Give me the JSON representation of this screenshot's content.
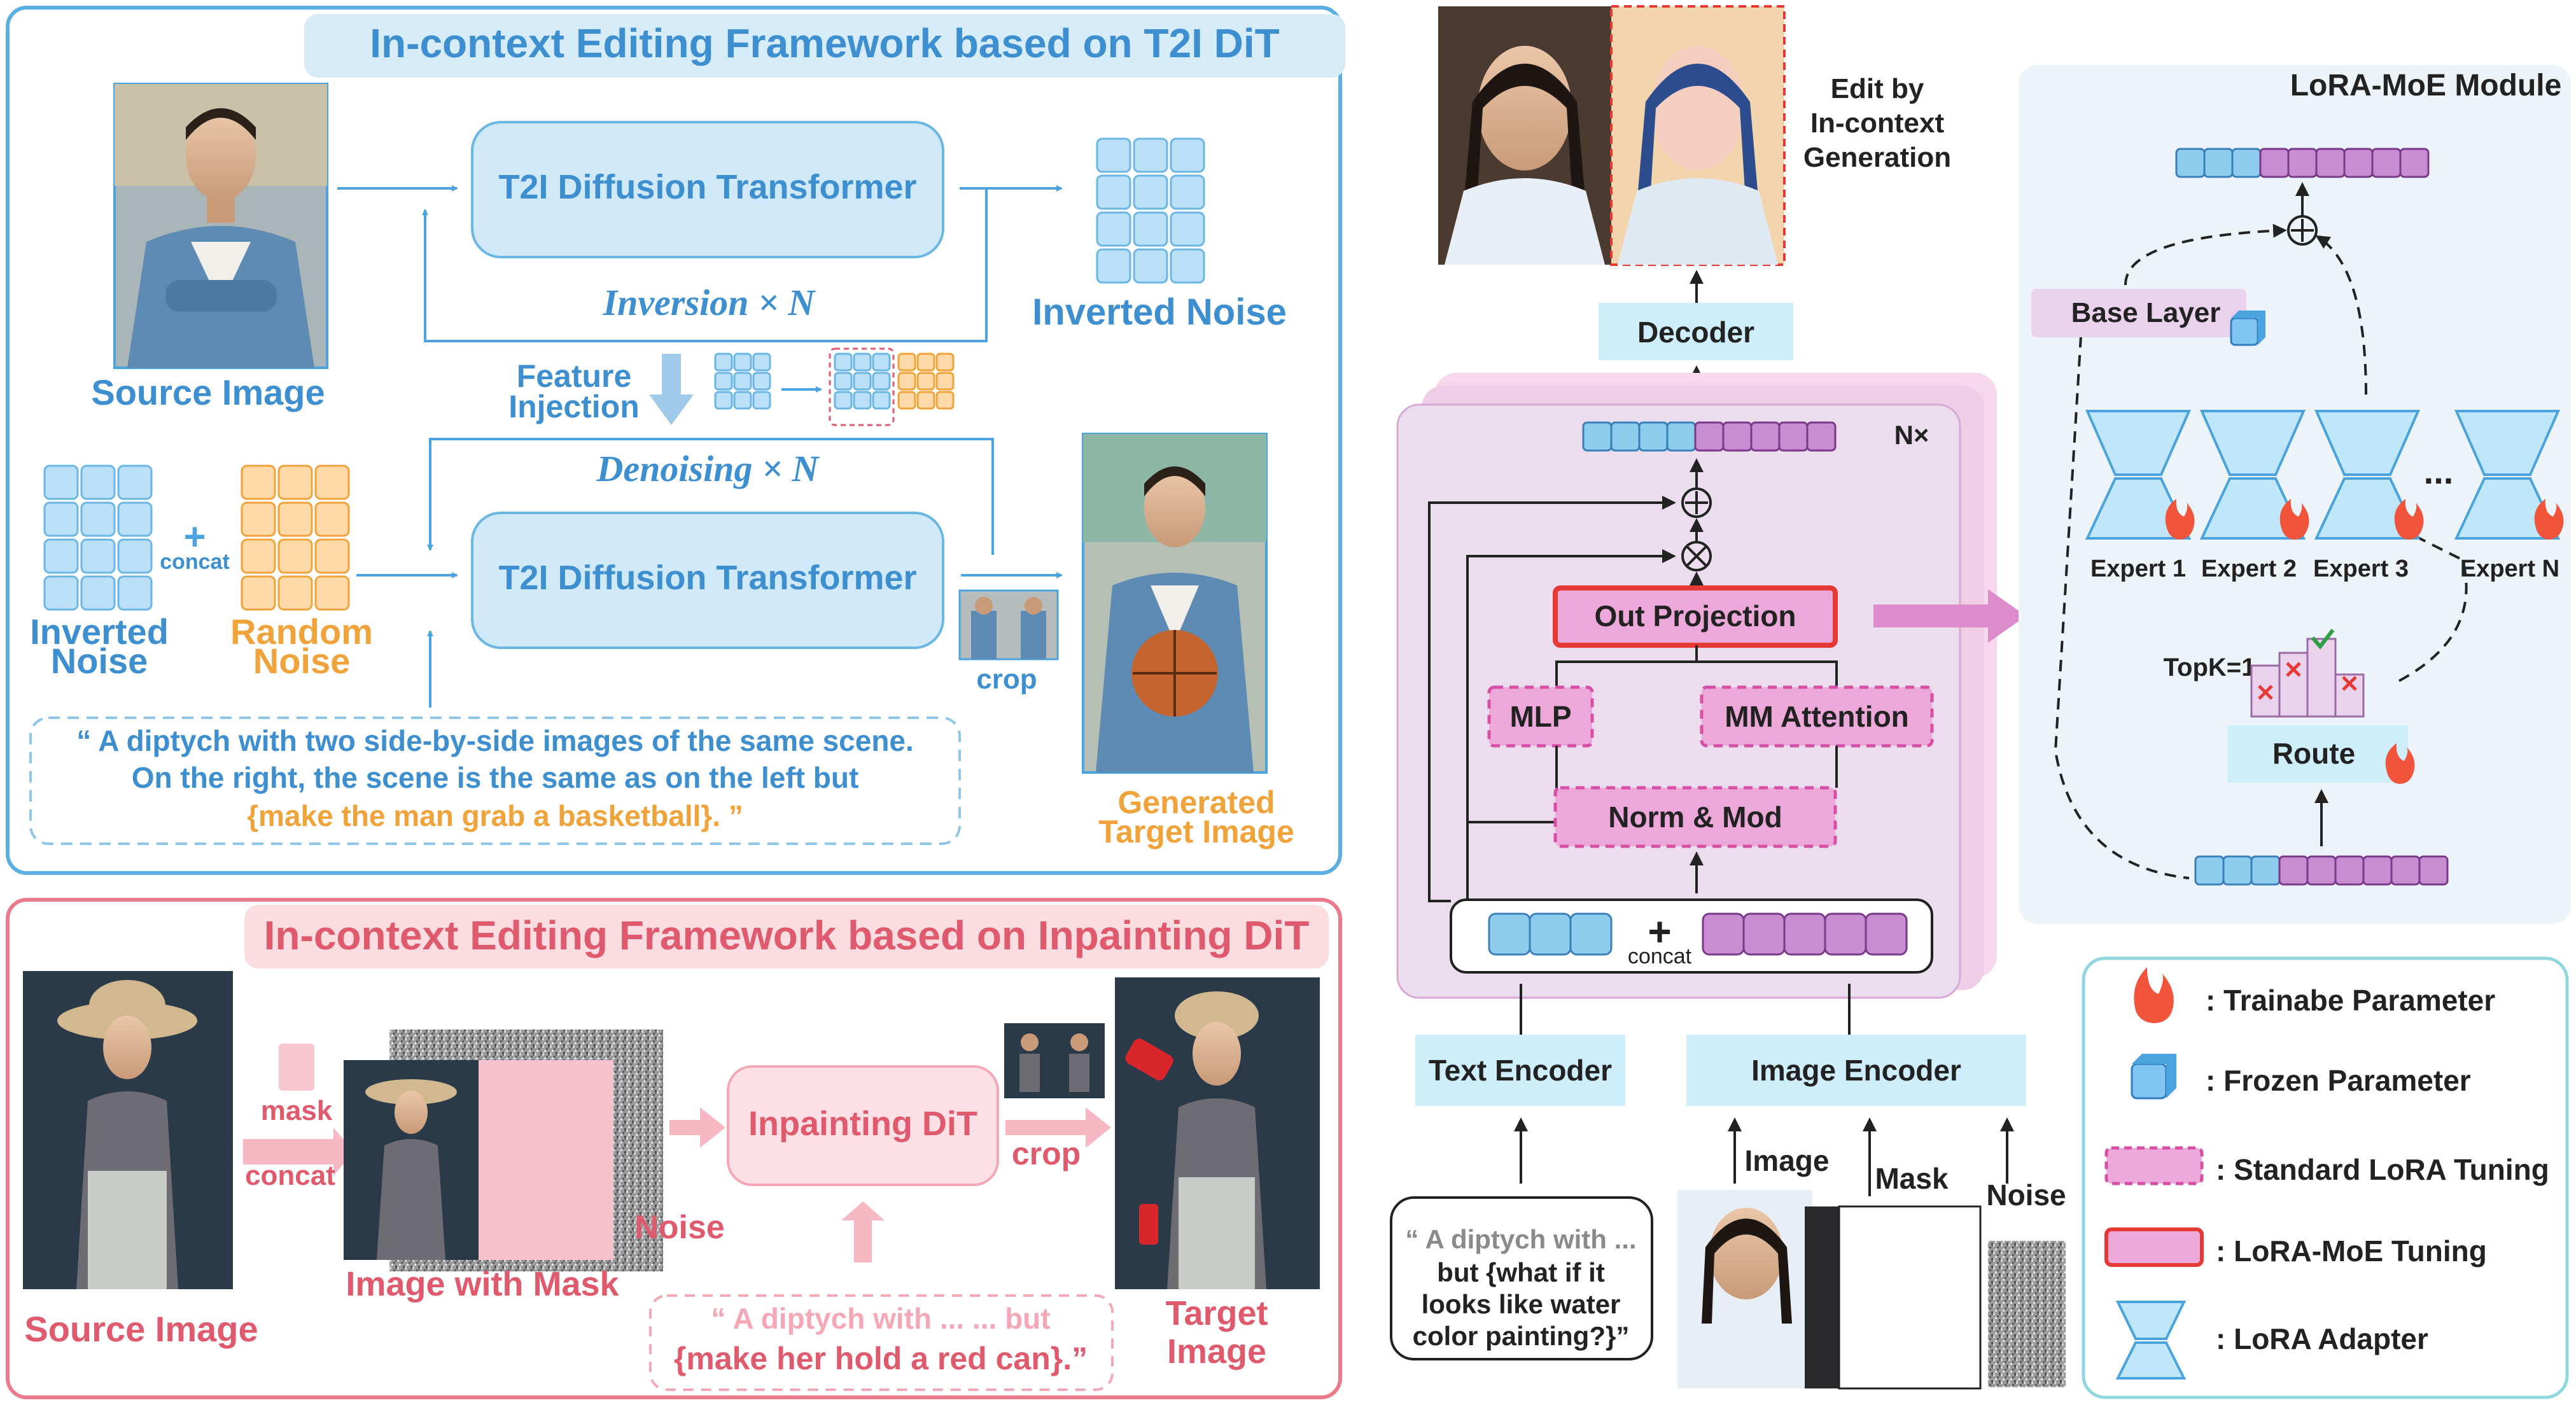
{
  "t2i": {
    "title": "In-context Editing Framework based on T2I DiT",
    "source_image": "Source Image",
    "dit_label": "T2I Diffusion Transformer",
    "inversion": "Inversion × N",
    "inverted_noise": "Inverted Noise",
    "feature_injection_1": "Feature",
    "feature_injection_2": "Injection",
    "denoising": "Denoising × N",
    "inverted_noise_1": "Inverted",
    "inverted_noise_2": "Noise",
    "plus": "+",
    "concat": "concat",
    "random_noise_1": "Random",
    "random_noise_2": "Noise",
    "crop": "crop",
    "generated_1": "Generated",
    "generated_2": "Target Image",
    "prompt_line1": "“ A diptych with two side-by-side images of the same scene.",
    "prompt_line2": "On the right, the scene is the same as on the left  but",
    "prompt_line3": "{make the man grab a basketball}. ”"
  },
  "inpaint": {
    "title": "In-context Editing Framework based on Inpainting DiT",
    "mask": "mask",
    "concat": "concat",
    "noise": "Noise",
    "image_with_mask": "Image with Mask",
    "dit_label": "Inpainting DiT",
    "crop": "crop",
    "source_image": "Source Image",
    "target_1": "Target",
    "target_2": "Image",
    "prompt_line1": "“ A diptych with ... ... but",
    "prompt_line2": "{make her hold a red can}.”"
  },
  "arch": {
    "edit_1": "Edit by",
    "edit_2": "In-context",
    "edit_3": "Generation",
    "decoder": "Decoder",
    "nx": "N×",
    "out_projection": "Out Projection",
    "mlp": "MLP",
    "mm_attention": "MM Attention",
    "norm_mod": "Norm & Mod",
    "plus": "+",
    "concat": "concat",
    "text_encoder": "Text Encoder",
    "image_encoder": "Image Encoder",
    "image": "Image",
    "mask": "Mask",
    "noise": "Noise",
    "prompt_1": "“ A diptych with ...",
    "prompt_2": "but {what if it",
    "prompt_3": "looks like water",
    "prompt_4": "color painting?}”"
  },
  "moe": {
    "title": "LoRA-MoE Module",
    "base_layer": "Base Layer",
    "expert_1": "Expert 1",
    "expert_2": "Expert 2",
    "expert_3": "Expert 3",
    "ellipsis": "...",
    "expert_n": "Expert N",
    "topk": "TopK=1",
    "route": "Route"
  },
  "legend": {
    "trainable": ": Trainabe Parameter",
    "frozen": ": Frozen Parameter",
    "standard_lora": ": Standard LoRA Tuning",
    "lora_moe": ": LoRA-MoE Tuning",
    "adapter": ": LoRA Adapter"
  },
  "colors": {
    "t2i_blue": "#3d8fd0",
    "inpaint_pink": "#e05a6e",
    "orange": "#f0a33a",
    "token_blue": "#8fcdee",
    "token_purple": "#c88cd2",
    "lora_pink": "#e7a7d6",
    "highlight_red": "#e53935"
  }
}
